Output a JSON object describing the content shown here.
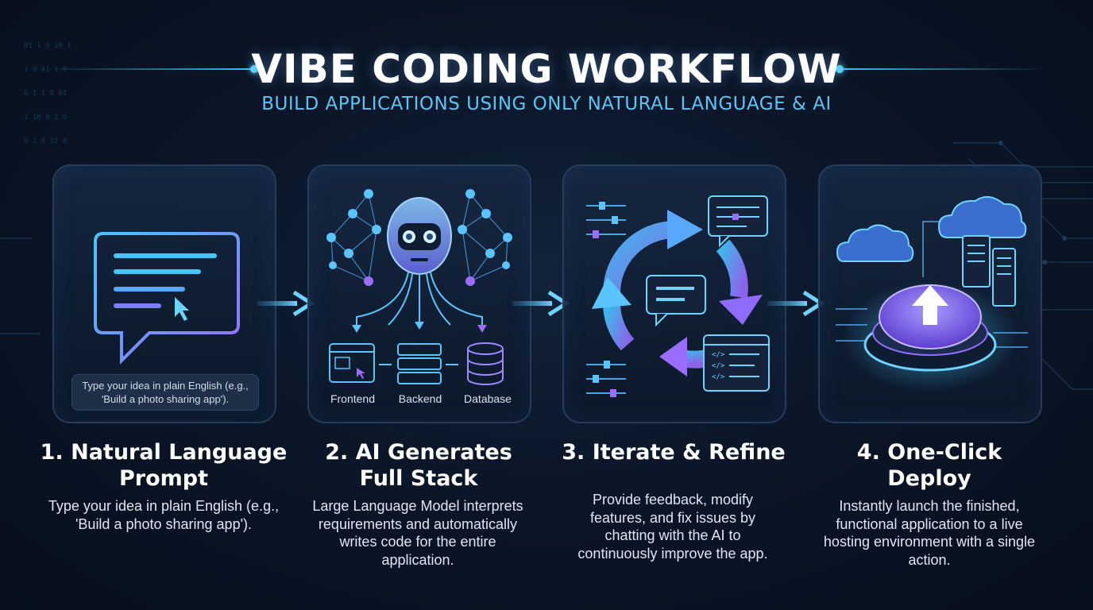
{
  "header": {
    "title": "VIBE CODING WORKFLOW",
    "subtitle": "BUILD APPLICATIONS USING ONLY NATURAL LANGUAGE & AI"
  },
  "steps": [
    {
      "title_line1": "1. Natural Language",
      "title_line2": "Prompt",
      "description": "Type your idea in plain English (e.g., 'Build a photo sharing app').",
      "prompt_example": "Type your idea in plain English (e.g., 'Build a photo sharing app')."
    },
    {
      "title_line1": "2. AI Generates",
      "title_line2": "Full Stack",
      "description": "Large Language Model interprets requirements and automatically writes code for the entire application.",
      "components": [
        "Frontend",
        "Backend",
        "Database"
      ]
    },
    {
      "title_line1": "3. Iterate & Refine",
      "title_line2": "",
      "description": "Provide feedback, modify features, and fix issues by chatting with the AI to continuously improve the app."
    },
    {
      "title_line1": "4. One-Click",
      "title_line2": "Deploy",
      "description": "Instantly launch the finished, functional application to a live hosting environment with a single action."
    }
  ],
  "icons": {
    "step1": "chat-bubble-cursor-icon",
    "step2": "robot-neural-network-icon",
    "step3": "refresh-cycle-icon",
    "step4": "cloud-upload-button-icon",
    "connector": "arrow-right-icon"
  },
  "colors": {
    "accent_cyan": "#3cc0ff",
    "accent_purple": "#8f6bff",
    "background": "#0b1628",
    "card_border": "#253c5a"
  }
}
